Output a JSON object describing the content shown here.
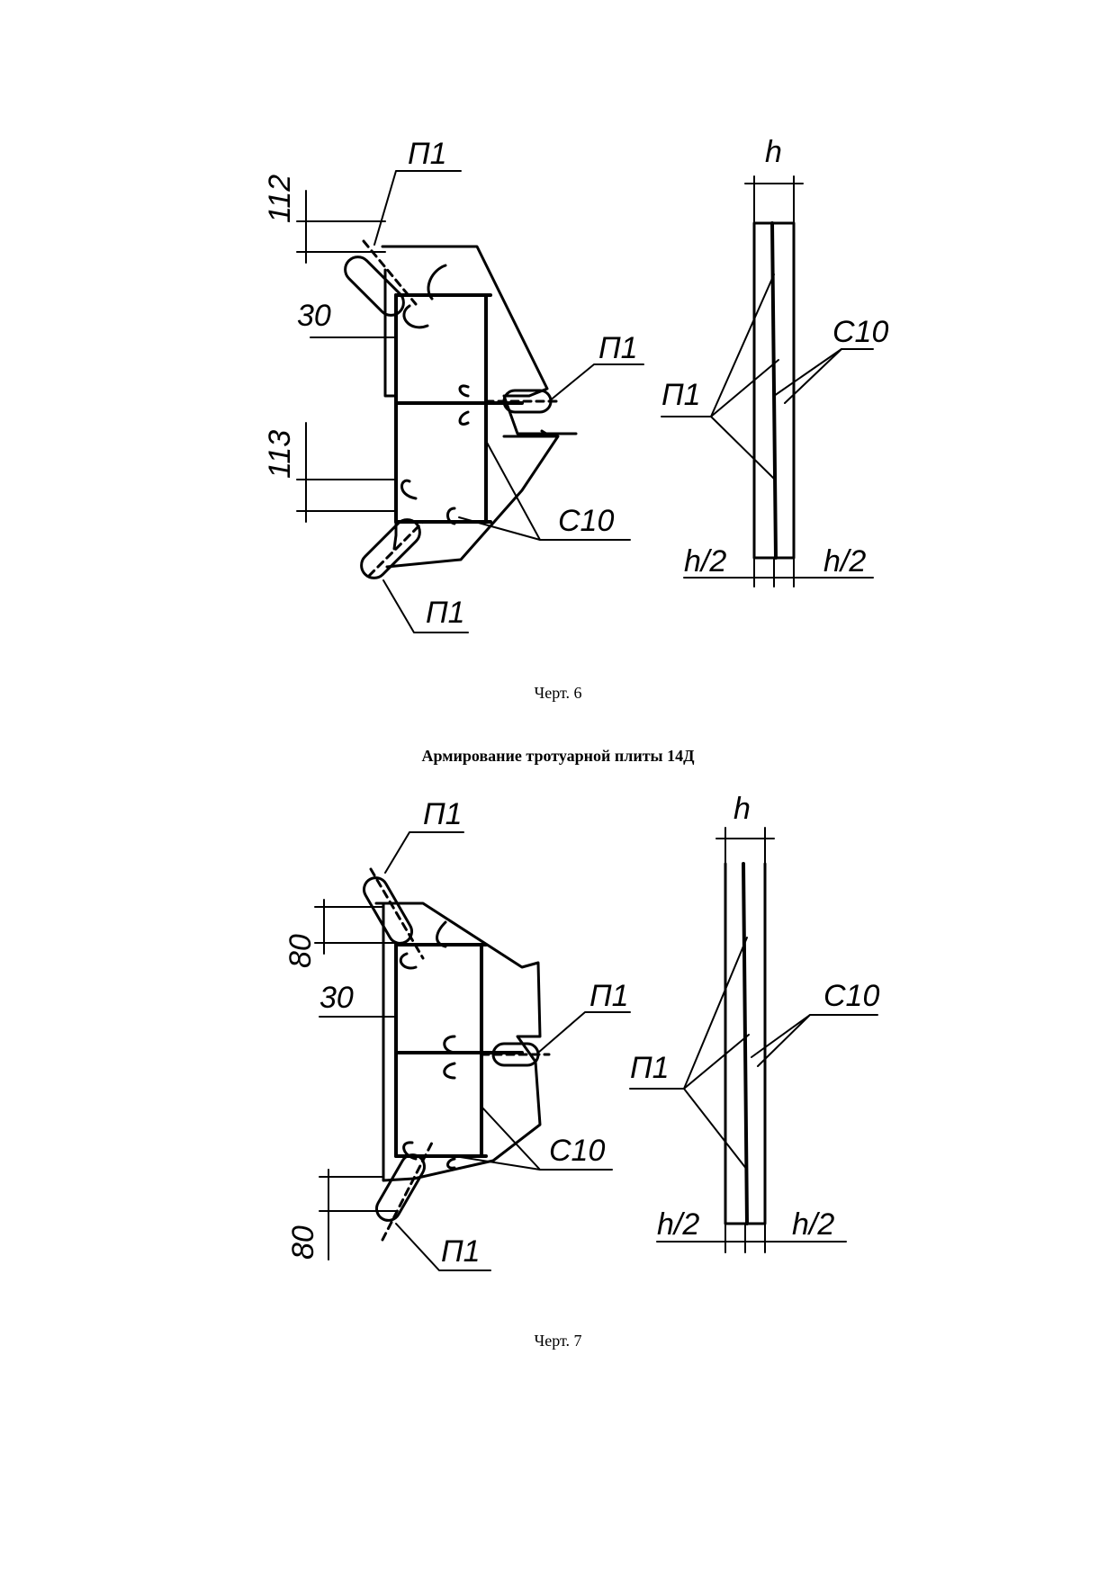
{
  "figure6": {
    "labels": {
      "p1_top": "П1",
      "p1_right": "П1",
      "p1_bottom": "П1",
      "p1_side": "П1",
      "c10_bottom": "С10",
      "c10_side": "С10",
      "dim_112": "112",
      "dim_30": "30",
      "dim_113": "113",
      "dim_h": "h",
      "dim_h2_left": "h/2",
      "dim_h2_right": "h/2"
    },
    "caption": "Черт. 6"
  },
  "heading": "Армирование тротуарной плиты 14Д",
  "figure7": {
    "labels": {
      "p1_top": "П1",
      "p1_right": "П1",
      "p1_bottom": "П1",
      "p1_side": "П1",
      "c10_bottom": "С10",
      "c10_side": "С10",
      "dim_80_top": "80",
      "dim_30": "30",
      "dim_80_bottom": "80",
      "dim_h": "h",
      "dim_h2_left": "h/2",
      "dim_h2_right": "h/2"
    },
    "caption": "Черт. 7"
  }
}
